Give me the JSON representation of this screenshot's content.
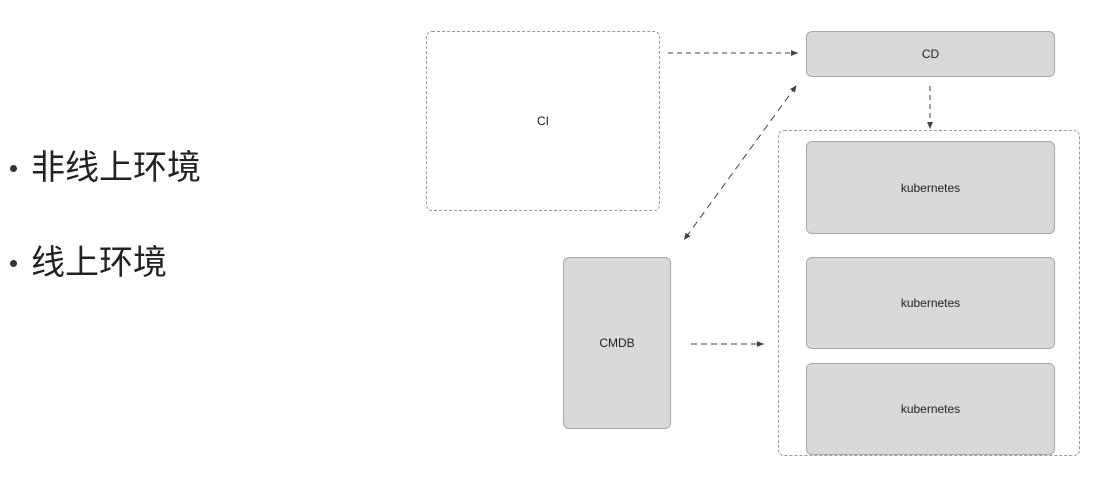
{
  "bullets": [
    {
      "label": "非线上环境"
    },
    {
      "label": "线上环境"
    }
  ],
  "diagram": {
    "ci_label": "CI",
    "cd_label": "CD",
    "cmdb_label": "CMDB",
    "clusters": [
      {
        "label": "kubernetes"
      },
      {
        "label": "kubernetes"
      },
      {
        "label": "kubernetes"
      }
    ],
    "colors": {
      "box_fill": "#d9d9d9",
      "box_border": "#a8a8a8",
      "dashed_border": "#9a9a9a",
      "arrow": "#444444"
    }
  }
}
